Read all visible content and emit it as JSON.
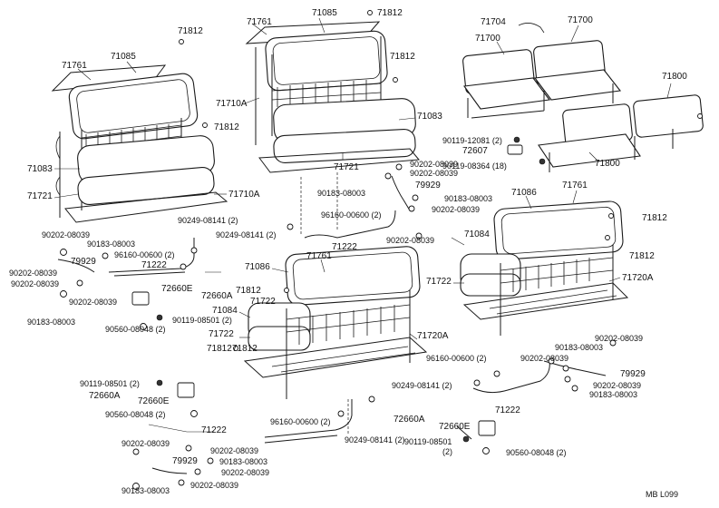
{
  "footer": {
    "code": "MB  L099"
  },
  "labels": {
    "l01": "71812",
    "l02": "71761",
    "l03": "71085",
    "l04": "71812",
    "l05": "71761",
    "l06": "71085",
    "l07": "71812",
    "l08": "71710A",
    "l09": "71812",
    "l10": "71083",
    "l11": "71721",
    "l12": "71710A",
    "l13": "71083",
    "l14": "71721",
    "l15": "71704",
    "l16": "71700",
    "l17": "71700",
    "l18": "71800",
    "l19": "90119-12081 (2)",
    "l20": "72607",
    "l21": "90119-08364 (18)",
    "l22": "71800",
    "l23": "90202-08039",
    "l24": "90202-08039",
    "l25": "90183-08003",
    "l26": "79929",
    "l27": "90183-08003",
    "l28": "90202-08039",
    "l29": "96160-00600 (2)",
    "l30": "90249-08141 (2)",
    "l31": "71222",
    "l32": "90202-08039",
    "l33": "71086",
    "l34": "71761",
    "l35": "71084",
    "l36": "71812",
    "l37": "71812",
    "l38": "71722",
    "l39": "71720A",
    "l40": "90249-08141 (2)",
    "l41": "90202-08039",
    "l42": "90183-08003",
    "l43": "96160-00600 (2)",
    "l44": "90202-08039",
    "l45": "79929",
    "l46": "71222",
    "l47": "90202-08039",
    "l48": "90202-08039",
    "l49": "72660E",
    "l50": "72660A",
    "l51": "90183-08003",
    "l52": "90119-08501 (2)",
    "l53": "90560-08048 (2)",
    "l54": "71086",
    "l55": "71761",
    "l56": "71812",
    "l57": "71084",
    "l58": "71722",
    "l59": "71720A",
    "l60": "71812",
    "l61": "71722",
    "l62": "71812",
    "l63": "90183-08003",
    "l64": "90202-08039",
    "l65": "96160-00600 (2)",
    "l66": "90202-08039",
    "l67": "79929",
    "l68": "90249-08141 (2)",
    "l69": "90202-08039",
    "l70": "90183-08003",
    "l71": "71222",
    "l72": "90119-08501 (2)",
    "l73": "72660A",
    "l74": "72660E",
    "l75": "90560-08048 (2)",
    "l76": "71222",
    "l77": "96160-00600 (2)",
    "l78": "90249-08141 (2)",
    "l79": "72660A",
    "l80": "72660E",
    "l81": "90119-08501",
    "l82": "(2)",
    "l83": "90560-08048 (2)",
    "l84": "90202-08039",
    "l85": "90202-08039",
    "l86": "79929",
    "l87": "90183-08003",
    "l88": "90202-08039",
    "l89": "90202-08039",
    "l90": "90183-08003"
  }
}
